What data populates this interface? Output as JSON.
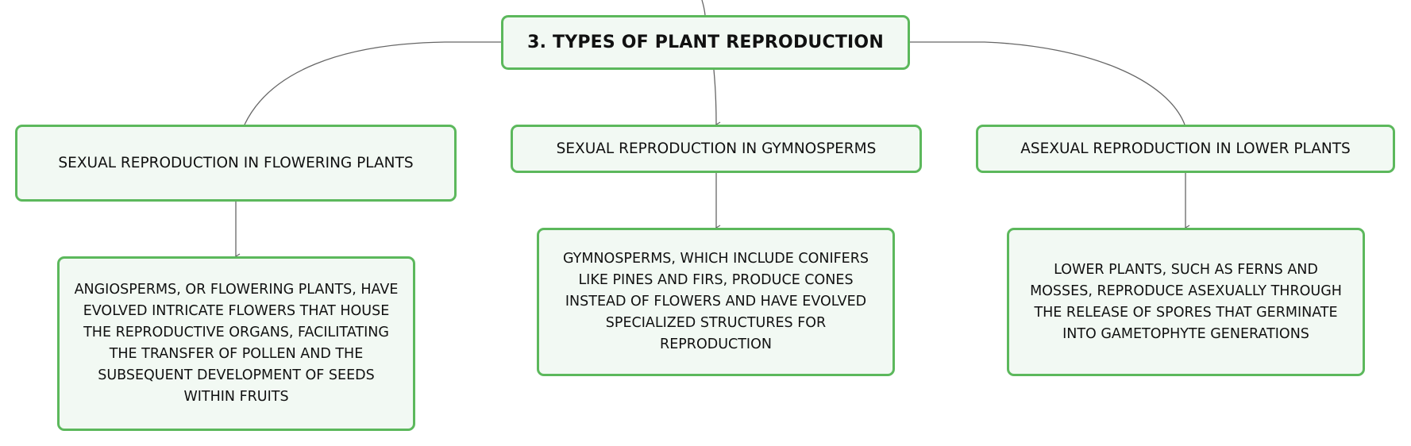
{
  "mindmap": {
    "root": {
      "label": "3. TYPES OF PLANT REPRODUCTION"
    },
    "branches": [
      {
        "label": "SEXUAL REPRODUCTION IN FLOWERING PLANTS",
        "detail": "ANGIOSPERMS, OR FLOWERING PLANTS, HAVE EVOLVED INTRICATE FLOWERS THAT HOUSE THE REPRODUCTIVE ORGANS, FACILITATING THE TRANSFER OF POLLEN AND THE SUBSEQUENT DEVELOPMENT OF SEEDS WITHIN FRUITS"
      },
      {
        "label": "SEXUAL REPRODUCTION IN GYMNOSPERMS",
        "detail": "GYMNOSPERMS, WHICH INCLUDE CONIFERS LIKE PINES AND FIRS, PRODUCE CONES INSTEAD OF FLOWERS AND HAVE EVOLVED SPECIALIZED STRUCTURES FOR REPRODUCTION"
      },
      {
        "label": "ASEXUAL REPRODUCTION IN LOWER PLANTS",
        "detail": "LOWER PLANTS, SUCH AS FERNS AND MOSSES, REPRODUCE ASEXUALLY THROUGH THE RELEASE OF SPORES THAT GERMINATE INTO GAMETOPHYTE GENERATIONS"
      }
    ]
  },
  "colors": {
    "node_border": "#5cb85c",
    "node_fill": "#f2f9f3",
    "connector": "#666666",
    "text": "#111111"
  }
}
